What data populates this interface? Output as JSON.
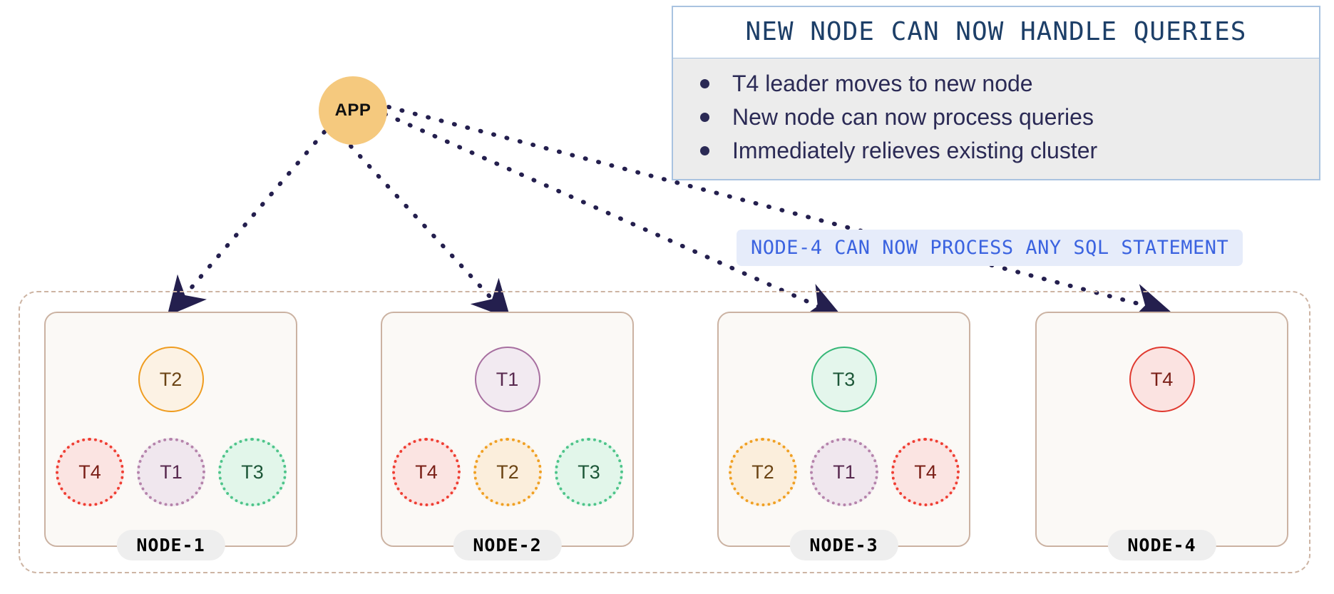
{
  "app": {
    "label": "APP",
    "color": "#f5c97e"
  },
  "legend": {
    "title": "NEW NODE CAN NOW HANDLE QUERIES",
    "border_color": "#a9c3e0",
    "title_color": "#1d3f68",
    "body_bg": "#ececec",
    "items": [
      "T4 leader moves to new node",
      "New node can now process queries",
      "Immediately relieves existing cluster"
    ]
  },
  "banner": {
    "text": "NODE-4 CAN NOW PROCESS ANY SQL STATEMENT",
    "text_color": "#3b63e0",
    "bg_color": "#e6ecfa"
  },
  "cluster": {
    "boundary_color": "#cdb4a3",
    "nodes": [
      {
        "label": "NODE-1",
        "leader": {
          "name": "T2",
          "border": "#ef9c1f",
          "fill": "#fcf2e4",
          "text": "#6b4414"
        },
        "replicas": [
          {
            "name": "T4",
            "border": "#ef3e33",
            "fill": "#fbe4e2",
            "text": "#7a1f17"
          },
          {
            "name": "T1",
            "border": "#b583ab",
            "fill": "#f0e7ee",
            "text": "#58294f"
          },
          {
            "name": "T3",
            "border": "#4ec48a",
            "fill": "#e2f6ea",
            "text": "#1d5738"
          }
        ]
      },
      {
        "label": "NODE-2",
        "leader": {
          "name": "T1",
          "border": "#a76fa0",
          "fill": "#f2eaf1",
          "text": "#58294f"
        },
        "replicas": [
          {
            "name": "T4",
            "border": "#ef3e33",
            "fill": "#fbe4e2",
            "text": "#7a1f17"
          },
          {
            "name": "T2",
            "border": "#f0a023",
            "fill": "#fbeedc",
            "text": "#6b4414"
          },
          {
            "name": "T3",
            "border": "#4ec48a",
            "fill": "#e2f6ea",
            "text": "#1d5738"
          }
        ]
      },
      {
        "label": "NODE-3",
        "leader": {
          "name": "T3",
          "border": "#36b777",
          "fill": "#e4f6ec",
          "text": "#1d5738"
        },
        "replicas": [
          {
            "name": "T2",
            "border": "#f0a023",
            "fill": "#fbeedc",
            "text": "#6b4414"
          },
          {
            "name": "T1",
            "border": "#b583ab",
            "fill": "#f0e7ee",
            "text": "#58294f"
          },
          {
            "name": "T4",
            "border": "#ef3e33",
            "fill": "#fbe4e2",
            "text": "#7a1f17"
          }
        ]
      },
      {
        "label": "NODE-4",
        "leader": {
          "name": "T4",
          "border": "#e0392f",
          "fill": "#fbe3e1",
          "text": "#7a1f17"
        },
        "replicas": []
      }
    ]
  },
  "connections": {
    "color": "#241f4e",
    "style": "dotted",
    "edges": [
      {
        "from": "APP",
        "to": "NODE-1"
      },
      {
        "from": "APP",
        "to": "NODE-2"
      },
      {
        "from": "APP",
        "to": "NODE-3"
      },
      {
        "from": "APP",
        "to": "NODE-4"
      }
    ]
  }
}
